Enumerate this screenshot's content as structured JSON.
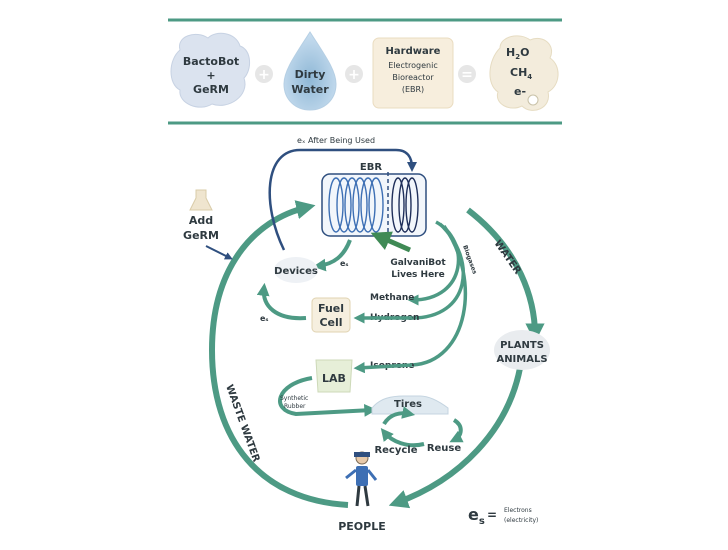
{
  "equation": {
    "term1_line1": "BactoBot",
    "term1_line2": "+",
    "term1_line3": "GeRM",
    "plus1": "+",
    "term2_line1": "Dirty",
    "term2_line2": "Water",
    "plus2": "+",
    "term3_line1": "Hardware",
    "term3_line2": "Electrogenic",
    "term3_line3": "Bioreactor",
    "term3_line4": "(EBR)",
    "equals": "=",
    "result_line1": "H",
    "result_line1_sub": "2",
    "result_line1_end": "O",
    "result_line2": "CH",
    "result_line2_sub": "4",
    "result_line3": "e-"
  },
  "cycle": {
    "top_arrow_label": "eₓ After Being Used",
    "ebr_label": "EBR",
    "add_germ_line1": "Add",
    "add_germ_line2": "GeRM",
    "galvanibot_line1": "GalvaniBot",
    "galvanibot_line2": "Lives Here",
    "devices": "Devices",
    "es_devices": "eₛ",
    "es_fuelcell": "eₛ",
    "biogases": "Biogases",
    "water": "WATER",
    "fuel_cell_line1": "Fuel",
    "fuel_cell_line2": "Cell",
    "methane": "Methane",
    "hydrogen": "Hydrogen",
    "plants_animals_line1": "PLANTS",
    "plants_animals_line2": "ANIMALS",
    "lab": "LAB",
    "isoprene": "Isoprene",
    "synthetic_rubber_line1": "Synthetic",
    "synthetic_rubber_line2": "Rubber",
    "tires": "Tires",
    "recycle": "Recycle",
    "reuse": "Reuse",
    "waste_water": "WASTE WATER",
    "people": "PEOPLE"
  },
  "legend": {
    "symbol": "e",
    "symbol_sub": "s",
    "equals": "=",
    "line1": "Electrons",
    "line2": "(electricity)"
  },
  "colors": {
    "teal": "#4d9a84",
    "navy": "#2f4f7f",
    "text": "#2f3a40"
  }
}
